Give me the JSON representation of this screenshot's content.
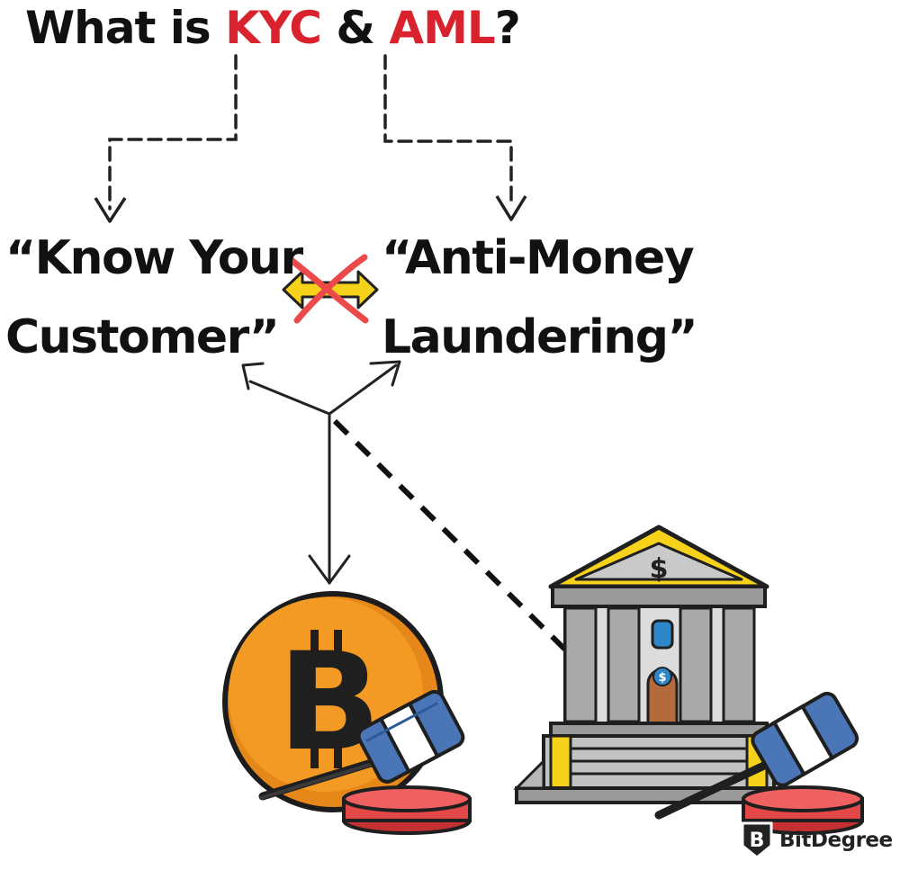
{
  "title": {
    "prefix": "What is ",
    "kyc": "KYC",
    "amp": " & ",
    "aml": "AML",
    "suffix": "?"
  },
  "kyc_phrase": {
    "line1": "“Know Your",
    "line2": "Customer”"
  },
  "aml_phrase": {
    "line1": "“Anti-Money",
    "line2": "Laundering”"
  },
  "bitcoin_symbol": "B",
  "dollar_sign": "$",
  "brand": {
    "name": "BitDegree"
  },
  "colors": {
    "accent_red": "#d8232e",
    "bitcoin_orange": "#f39a25",
    "roof_yellow": "#f6d21a",
    "gavel_blue": "#4a76b8",
    "base_red": "#e34848"
  }
}
